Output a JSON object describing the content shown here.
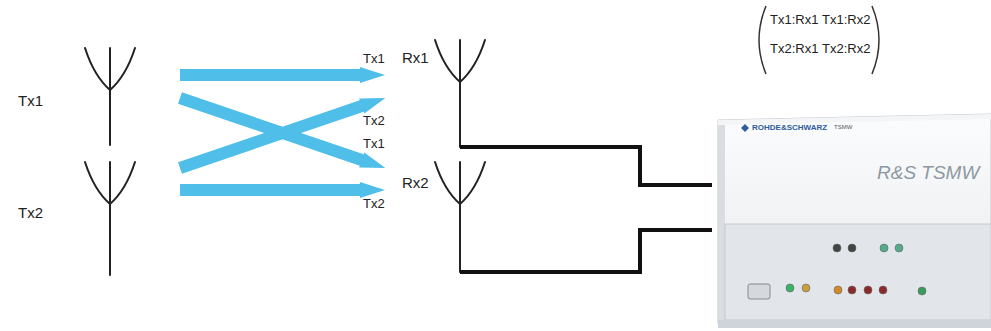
{
  "diagram": {
    "nodes": [
      {
        "text": [
          "Tx1"
        ]
      },
      {
        "text": [
          "Rx1"
        ]
      },
      {
        "text": [
          "Tx2"
        ]
      },
      {
        "text": [
          "Rx2"
        ]
      },
      {
        "text": [
          "ROHDE&SCHWARZ",
          "TSMW",
          "R&S TSMW"
        ]
      }
    ],
    "edges": [
      {
        "from": 1,
        "to": 4,
        "arrow": "none"
      },
      {
        "from": 3,
        "to": 4,
        "arrow": "none"
      }
    ],
    "labels": [
      "Tx1:Rx1",
      "Tx1:Rx2",
      "Tx2:Rx1",
      "Tx2:Rx2",
      "Tx1",
      "Tx2",
      "Tx1",
      "Tx2"
    ]
  }
}
